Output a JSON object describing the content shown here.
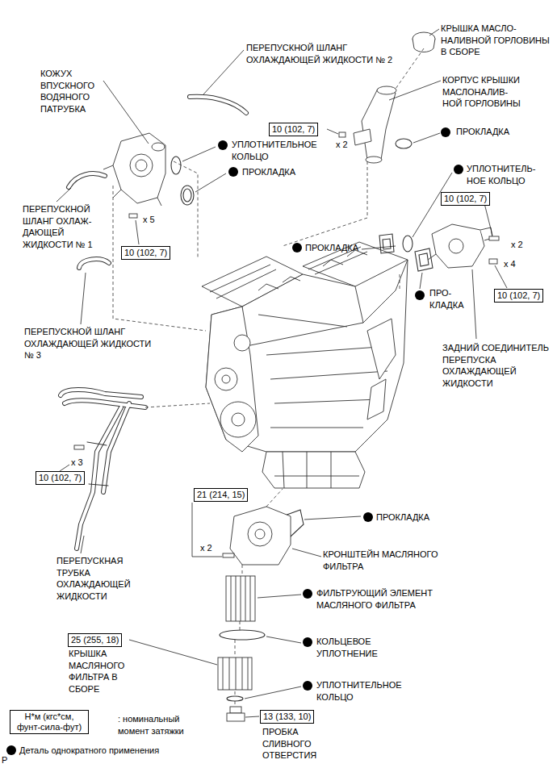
{
  "diagram": {
    "nodes": [
      {
        "text": [
          "10 (102, 7)"
        ]
      },
      {
        "text": [
          "10 (102, 7)"
        ]
      },
      {
        "text": [
          "10 (102, 7)"
        ]
      },
      {
        "text": [
          "10 (102, 7)"
        ]
      },
      {
        "text": [
          "10 (102, 7)"
        ]
      },
      {
        "text": [
          "21 (214, 15)"
        ]
      },
      {
        "text": [
          "25 (255, 18)"
        ]
      },
      {
        "text": [
          "13 (133, 10)"
        ]
      },
      {
        "text": [
          "Н*м (кгс*см, фунт-сила-фут)"
        ]
      }
    ],
    "labels": [
      "КРЫШКА МАСЛО- НАЛИВНОЙ ГОРЛОВИНЫ В СБОРЕ",
      "ПЕРЕПУСКНОЙ ШЛАНГ ОХЛАЖДАЮЩЕЙ ЖИДКОСТИ № 2",
      "КОЖУХ ВПУСКНОГО ВОДЯНОГО ПАТРУБКА",
      "КОРПУС КРЫШКИ МАСЛОНАЛИВ- НОЙ ГОРЛОВИНЫ",
      "ПРОКЛАДКА",
      "УПЛОТНИТЕЛЬНОЕ КОЛЬЦО",
      "x 2",
      "УПЛОТНИТЕЛЬ- НОЕ КОЛЬЦО",
      "ПРОКЛАДКА",
      "ПЕРЕПУСКНОЙ ШЛАНГ ОХЛАЖ- ДАЮЩЕЙ ЖИДКОСТИ № 1",
      "x 5",
      "x 2",
      "ПРОКЛАДКА",
      "x 4",
      "ПРО- КЛАДКА",
      "ПЕРЕПУСКНОЙ ШЛАНГ ОХЛАЖДАЮЩЕЙ ЖИДКОСТИ № 3",
      "ЗАДНИЙ СОЕДИНИТЕЛЬ ПЕРЕПУСКА ОХЛАЖДАЮЩЕЙ ЖИДКОСТИ",
      "x 3",
      "ПРОКЛАДКА",
      "x 2",
      "КРОНШТЕЙН МАСЛЯНОГО ФИЛЬТРА",
      "ПЕРЕПУСКНАЯ ТРУБКА ОХЛАЖДАЮЩЕЙ ЖИДКОСТИ",
      "ФИЛЬТРУЮЩИЙ ЭЛЕМЕНТ МАСЛЯНОГО ФИЛЬТРА",
      "КОЛЬЦЕВОЕ УПЛОТНЕНИЕ",
      "КРЫШКА МАСЛЯНОГО ФИЛЬТРА В СБОРЕ",
      "УПЛОТНИТЕЛЬНОЕ КОЛЬЦО",
      "ПРОБКА СЛИВНОГО ОТВЕРСТИЯ",
      "P"
    ],
    "legend": [
      {
        "text": ": номинальный момент затяжки"
      },
      {
        "text": "Деталь однократного применения"
      }
    ]
  }
}
